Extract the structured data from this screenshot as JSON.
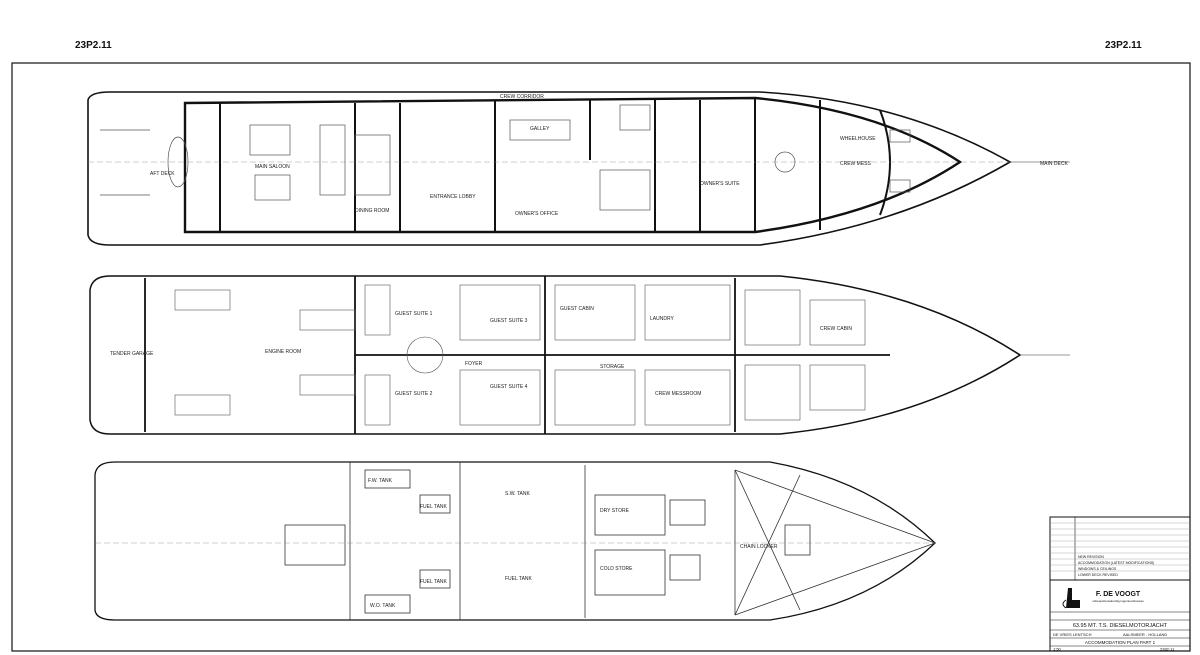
{
  "sheet": {
    "ref_left": "23P2.11",
    "ref_right": "23P2.11"
  },
  "upper_deck": {
    "labels": [
      "AFT DECK",
      "MAIN SALOON",
      "DINING ROOM",
      "ENTRANCE LOBBY",
      "GALLEY",
      "CREW CORRIDOR",
      "OWNER'S OFFICE",
      "OWNER'S SUITE",
      "WHEELHOUSE",
      "CREW MESS",
      "MAIN DECK"
    ]
  },
  "lower_deck": {
    "labels": [
      "TENDER GARAGE",
      "ENGINE ROOM",
      "GUEST SUITE 1",
      "GUEST SUITE 2",
      "GUEST SUITE 3",
      "GUEST SUITE 4",
      "FOYER",
      "GUEST CABIN",
      "CREW CABIN",
      "CREW MESSROOM",
      "LAUNDRY",
      "STORAGE"
    ]
  },
  "tank_deck": {
    "labels": [
      "F.W. TANK",
      "FUEL TANK",
      "FUEL TANK",
      "W.O. TANK",
      "S.W. TANK",
      "FUEL TANK",
      "CHAIN LOCKER",
      "DRY STORE",
      "COLD STORE"
    ]
  },
  "title_block": {
    "revisions": [
      "NEW REVISION",
      "ACCOMMODATION (LATEST MODIFICATIONS)",
      "WINDOWS & CEILINGS",
      "LOWER DECK REVISED"
    ],
    "company": "F. DE VOOGT",
    "company_sub": "scheepsbouwkundig ingenieursbureau",
    "vessel": "63.95 MT. T.S. DIESELMOTORJACHT",
    "yard": "DE VRIES LENTSCH",
    "location": "AALSMEER - HOLLAND",
    "drawing_title": "ACCOMMODATION PLAN PART 1",
    "scale": "1:50",
    "drawing_no": "2382-11"
  }
}
